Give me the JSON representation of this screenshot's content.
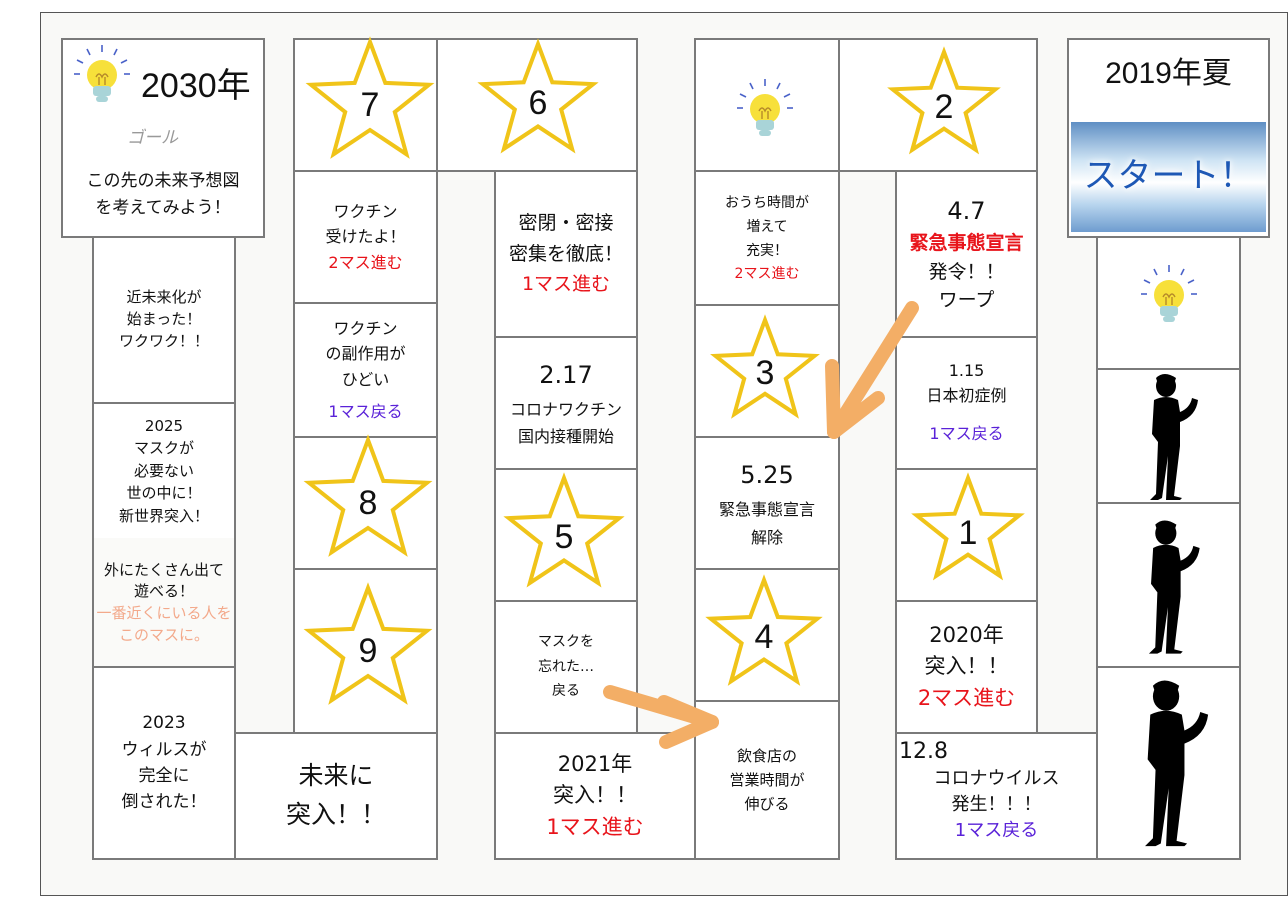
{
  "colors": {
    "star_fill": "#ffffff",
    "star_stroke": "#f0c419",
    "arrow": "#f3ae66",
    "advance": "#e8141b",
    "back": "#5a22d8",
    "peach": "#f3a98b"
  },
  "goal": {
    "year": "2030年",
    "label": "ゴール",
    "desc_line1": "この先の未来予想図",
    "desc_line2": "を考えてみよう！"
  },
  "start": {
    "title": "2019年夏",
    "label": "スタート！"
  },
  "stars": [
    "1",
    "2",
    "3",
    "4",
    "5",
    "6",
    "7",
    "8",
    "9"
  ],
  "cells": {
    "c1208": {
      "date": "12.8",
      "l1": "コロナウイルス",
      "l2": "発生！！！",
      "action": "1マス戻る"
    },
    "c2020": {
      "l1": "2020年",
      "l2": "突入！！",
      "action": "2マス進む"
    },
    "c115": {
      "date": "1.15",
      "l1": "日本初症例",
      "action": "1マス戻る"
    },
    "c47": {
      "date": "4.7",
      "l1": "緊急事態宣言",
      "l2": "発令！！",
      "l3": "ワープ"
    },
    "ouchi": {
      "l1": "おうち時間が",
      "l2": "増えて",
      "l3": "充実！",
      "action": "2マス進む"
    },
    "c525": {
      "date": "5.25",
      "l1": "緊急事態宣言",
      "l2": "解除"
    },
    "inshoku": {
      "l1": "飲食店の",
      "l2": "営業時間が",
      "l3": "伸びる"
    },
    "c2021": {
      "l1": "2021年",
      "l2": "突入！！",
      "action": "1マス進む"
    },
    "mask": {
      "l1": "マスクを",
      "l2": "忘れた…",
      "l3": "戻る"
    },
    "c217": {
      "date": "2.17",
      "l1": "コロナワクチン",
      "l2": "国内接種開始"
    },
    "mippei": {
      "l1": "密閉・密接",
      "l2": "密集を徹底！",
      "action": "1マス進む"
    },
    "vaccine1": {
      "l1": "ワクチン",
      "l2": "受けたよ！",
      "action": "2マス進む"
    },
    "vaccine2": {
      "l1": "ワクチン",
      "l2": "の副作用が",
      "l3": "ひどい",
      "action": "1マス戻る"
    },
    "mirai": {
      "l1": "未来に",
      "l2": "突入！！"
    },
    "c2023": {
      "l1": "2023",
      "l2": "ウィルスが",
      "l3": "完全に",
      "l4": "倒された！"
    },
    "soto": {
      "l1": "外にたくさん出て",
      "l2": "遊べる！",
      "l3": "一番近くにいる人を",
      "l4": "このマスに。"
    },
    "c2025": {
      "l1": "2025",
      "l2": "マスクが",
      "l3": "必要ない",
      "l4": "世の中に！",
      "l5": "新世界突入！"
    },
    "kinmirai": {
      "l1": "近未来化が",
      "l2": "始まった！",
      "l3": "ワクワク！！"
    }
  }
}
